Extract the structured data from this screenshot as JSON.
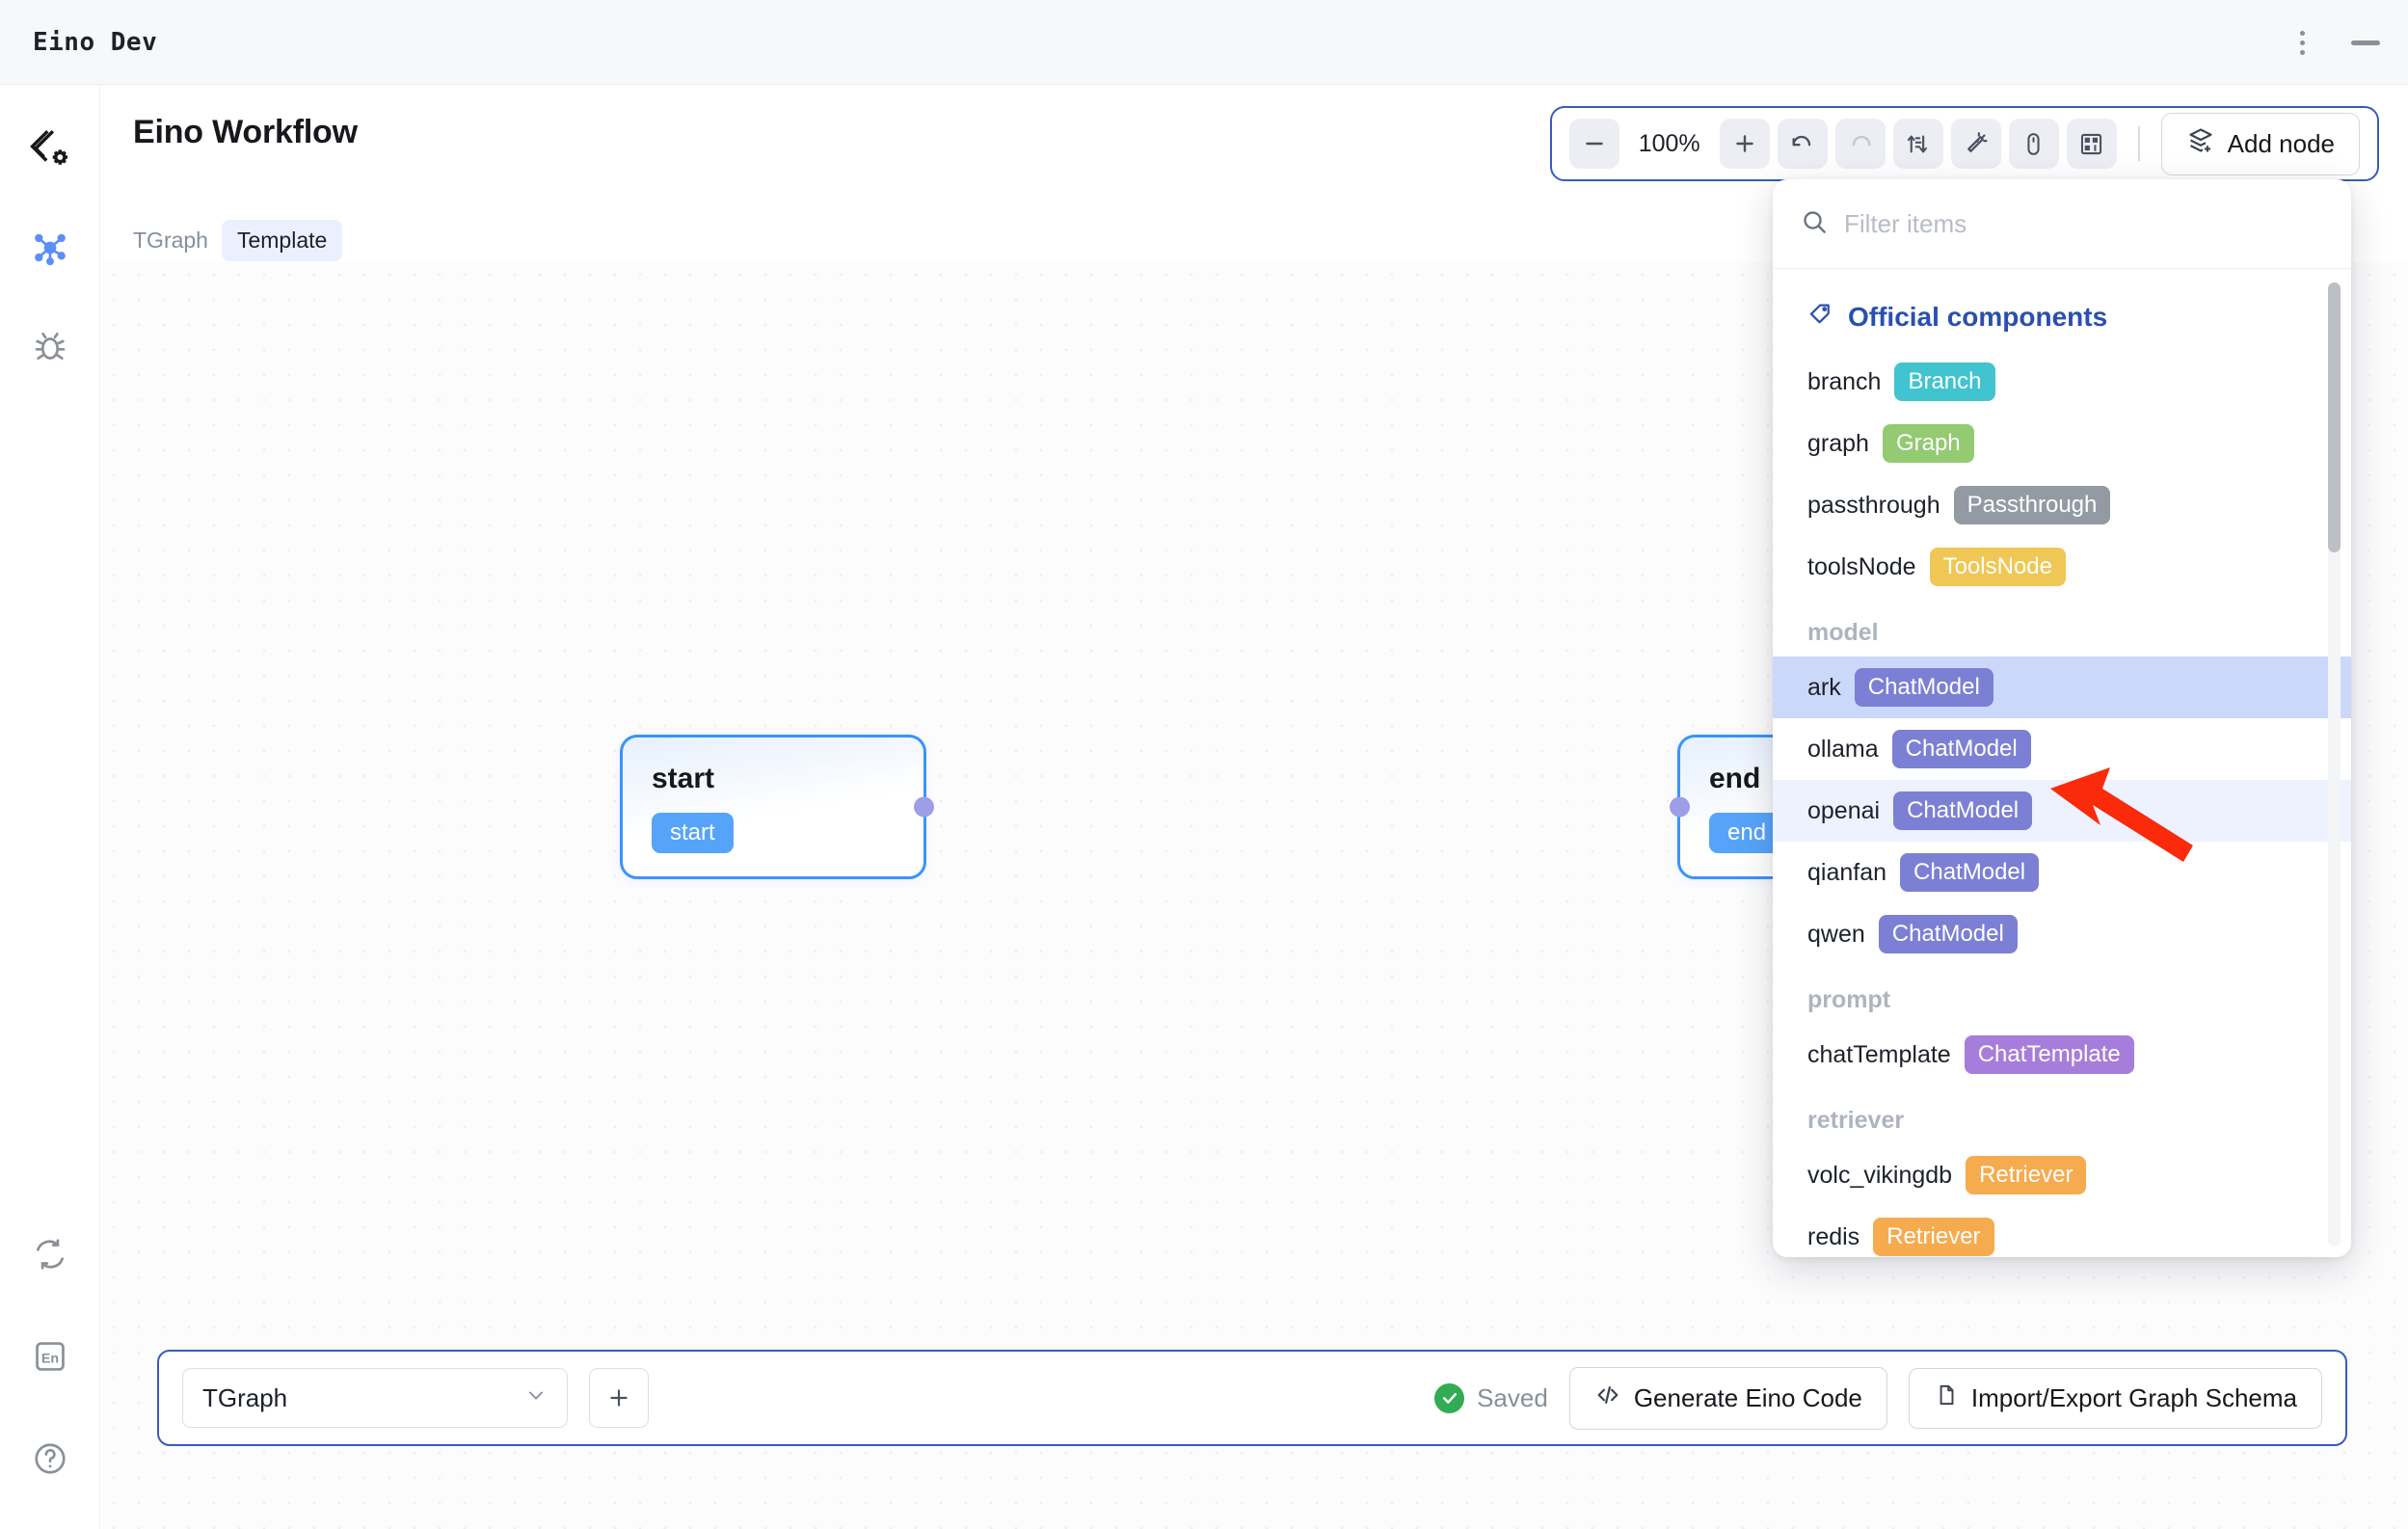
{
  "window": {
    "app_title": "Eino Dev",
    "menu_icon": "more-vertical-icon",
    "minimize_icon": "minimize-icon"
  },
  "rail": {
    "top_items": [
      {
        "name": "app-logo",
        "icon": "logo-gear-icon",
        "active": false
      },
      {
        "name": "graph-view",
        "icon": "node-graph-icon",
        "active": true
      },
      {
        "name": "debug",
        "icon": "bug-icon",
        "active": false
      }
    ],
    "bottom_items": [
      {
        "name": "sync",
        "icon": "sync-icon"
      },
      {
        "name": "language",
        "icon": "language-en-icon",
        "label": "En"
      },
      {
        "name": "help",
        "icon": "question-circle-icon"
      }
    ]
  },
  "header": {
    "title": "Eino Workflow",
    "breadcrumb": {
      "graph": "TGraph",
      "template": "Template"
    }
  },
  "toolbar": {
    "zoom_out_icon": "minus-icon",
    "zoom_level": "100%",
    "zoom_in_icon": "plus-icon",
    "undo_icon": "undo-icon",
    "redo_icon": "redo-icon",
    "align_icon": "sort-arrows-icon",
    "magic_icon": "magic-wand-icon",
    "mouse_icon": "mouse-icon",
    "layout_icon": "layout-panel-icon",
    "add_node_label": "Add node",
    "add_node_icon": "layers-plus-icon"
  },
  "canvas": {
    "nodes": [
      {
        "name": "start",
        "title": "start",
        "badge": "start"
      },
      {
        "name": "end",
        "title": "end",
        "badge": "end"
      }
    ]
  },
  "panel": {
    "search": {
      "placeholder": "Filter items",
      "value": "",
      "icon": "search-icon"
    },
    "section_title": "Official components",
    "section_icon": "tag-icon",
    "items": [
      {
        "name": "branch",
        "badge": "Branch",
        "color": "#40c4cf",
        "state": ""
      },
      {
        "name": "graph",
        "badge": "Graph",
        "color": "#93ca72",
        "state": ""
      },
      {
        "name": "passthrough",
        "badge": "Passthrough",
        "color": "#939aa3",
        "state": ""
      },
      {
        "name": "toolsNode",
        "badge": "ToolsNode",
        "color": "#f0c755",
        "state": ""
      }
    ],
    "groups": [
      {
        "label": "model",
        "items": [
          {
            "name": "ark",
            "badge": "ChatModel",
            "color": "#7b80d4",
            "state": "sel"
          },
          {
            "name": "ollama",
            "badge": "ChatModel",
            "color": "#7b80d4",
            "state": ""
          },
          {
            "name": "openai",
            "badge": "ChatModel",
            "color": "#7b80d4",
            "state": "hover"
          },
          {
            "name": "qianfan",
            "badge": "ChatModel",
            "color": "#7b80d4",
            "state": ""
          },
          {
            "name": "qwen",
            "badge": "ChatModel",
            "color": "#7b80d4",
            "state": ""
          }
        ]
      },
      {
        "label": "prompt",
        "items": [
          {
            "name": "chatTemplate",
            "badge": "ChatTemplate",
            "color": "#a77ddb",
            "state": ""
          }
        ]
      },
      {
        "label": "retriever",
        "items": [
          {
            "name": "volc_vikingdb",
            "badge": "Retriever",
            "color": "#f6ab4f",
            "state": ""
          },
          {
            "name": "redis",
            "badge": "Retriever",
            "color": "#f6ab4f",
            "state": ""
          }
        ]
      }
    ]
  },
  "annotation": {
    "arrow_color": "#fa2a0a",
    "points_at": "openai"
  },
  "bottombar": {
    "graph_select": "TGraph",
    "chevron_icon": "chevron-down-icon",
    "add_graph_icon": "plus-icon",
    "saved_label": "Saved",
    "saved_icon": "check-circle-icon",
    "generate_label": "Generate Eino Code",
    "generate_icon": "code-brackets-icon",
    "import_export_label": "Import/Export Graph Schema",
    "import_export_icon": "document-icon"
  },
  "colors": {
    "accent_blue": "#3a5bbf",
    "node_blue": "#3c93f7",
    "section_blue": "#2a4fb0",
    "saved_green": "#32ab55",
    "arrow_red": "#fa2a0a"
  }
}
